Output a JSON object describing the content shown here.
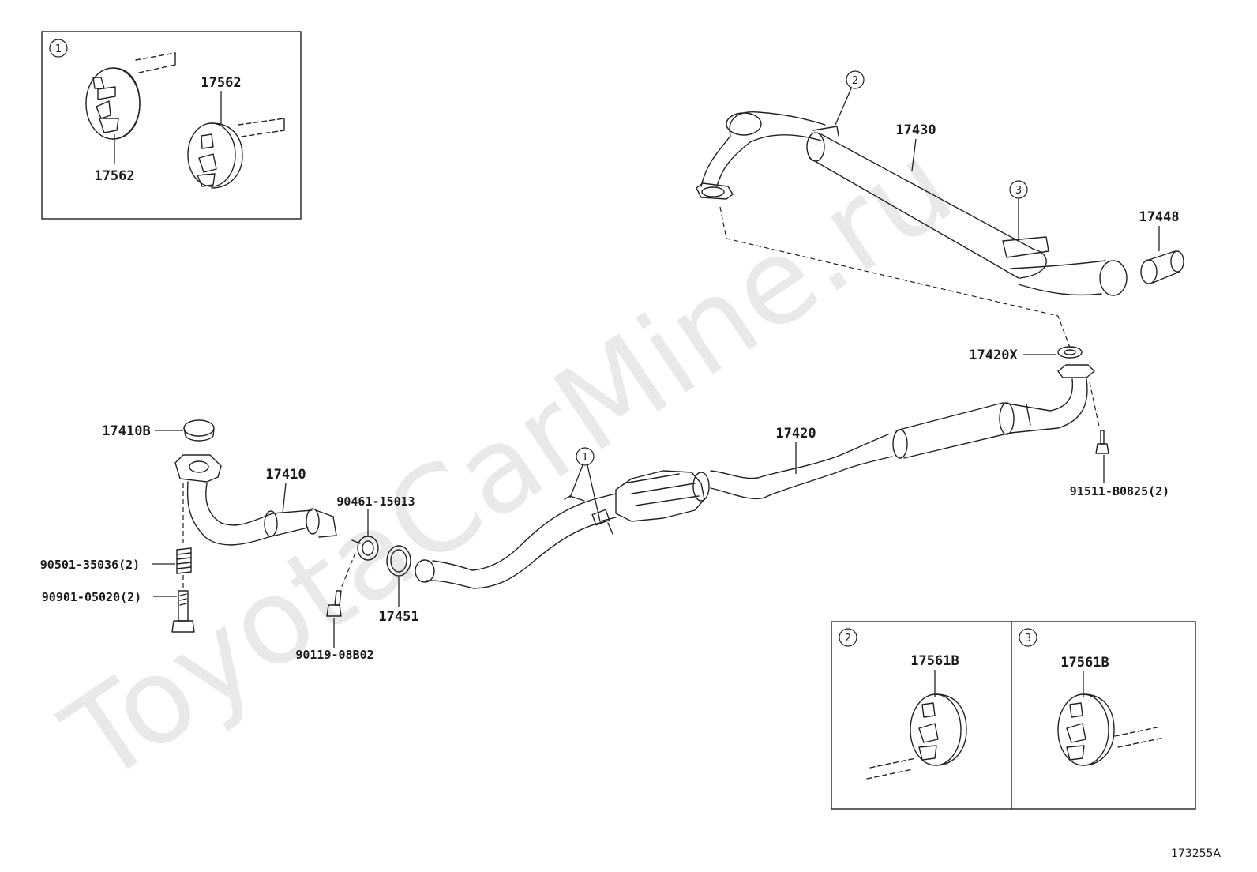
{
  "watermark": "ToyotaCarMine.ru",
  "diagram_id": "173255A",
  "parts": {
    "p17430": "17430",
    "p17448": "17448",
    "p17420x": "17420X",
    "p17420": "17420",
    "p17410b": "17410B",
    "p17410": "17410",
    "p17451": "17451",
    "p90461": "90461-15013",
    "p90119": "90119-08B02",
    "p90501": "90501-35036(2)",
    "p90901": "90901-05020(2)",
    "p91511": "91511-B0825(2)"
  },
  "callouts": {
    "c1": "1",
    "c2": "2",
    "c3": "3"
  },
  "insets": {
    "inset1": {
      "marker": "1",
      "label_top": "17562",
      "label_bottom": "17562"
    },
    "inset2": {
      "marker": "2",
      "label": "17561B"
    },
    "inset3": {
      "marker": "3",
      "label": "17561B"
    }
  }
}
